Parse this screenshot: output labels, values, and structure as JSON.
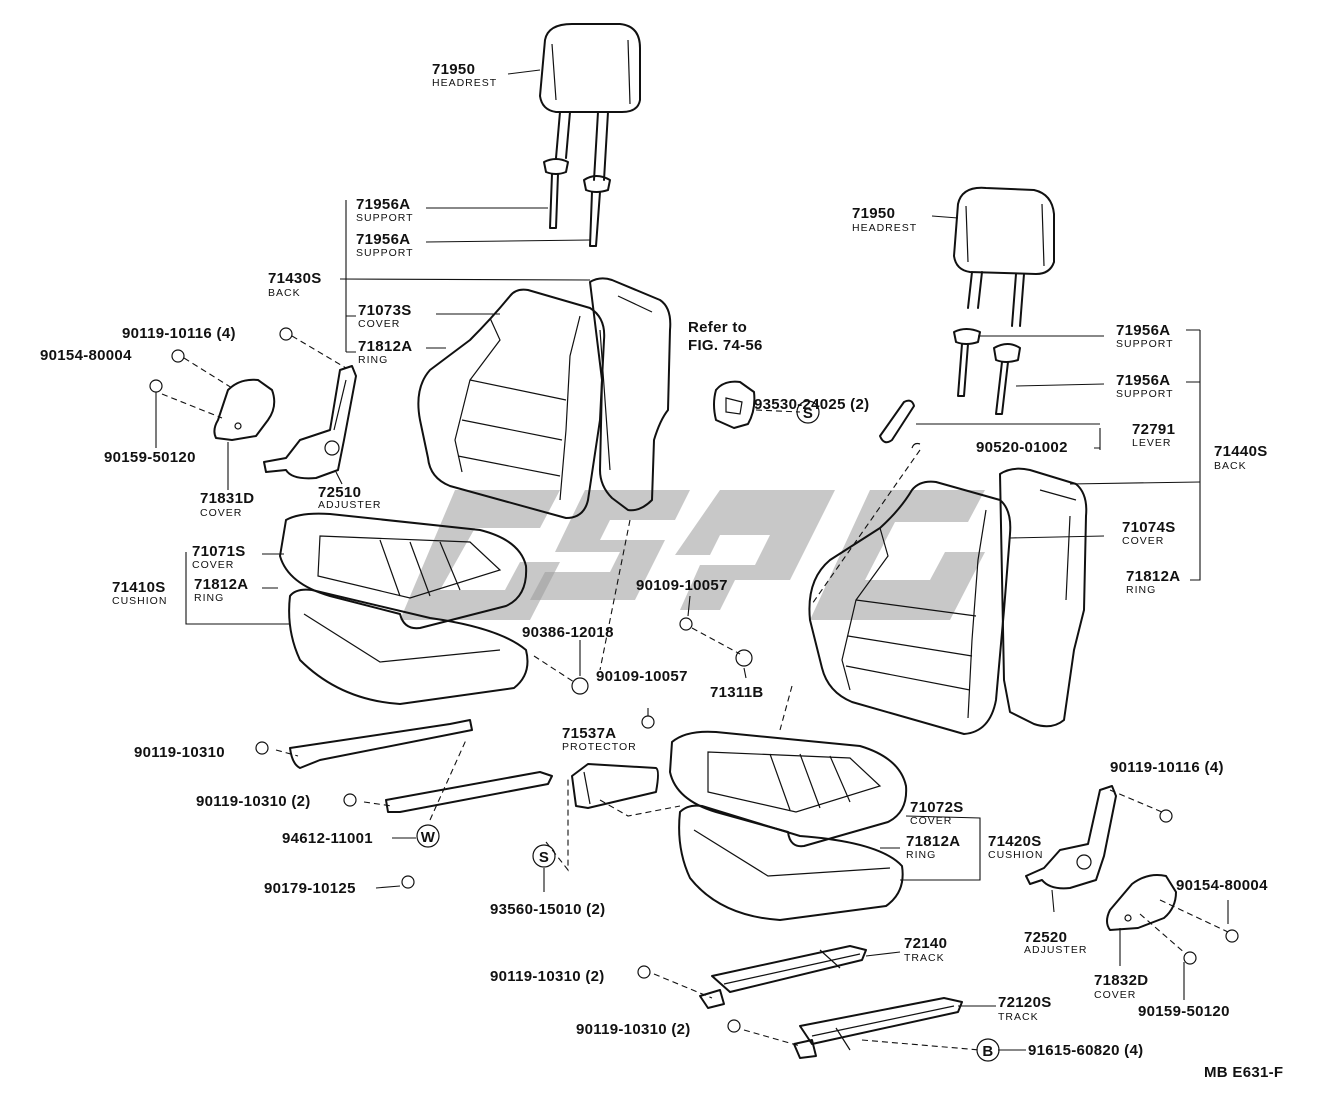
{
  "labels": {
    "l_71950_a": {
      "num": "71950",
      "sub": "HEADREST"
    },
    "l_71956_a1": {
      "num": "71956A",
      "sub": "SUPPORT"
    },
    "l_71956_a2": {
      "num": "71956A",
      "sub": "SUPPORT"
    },
    "l_71430s": {
      "num": "71430S",
      "sub": "BACK"
    },
    "l_71073s": {
      "num": "71073S",
      "sub": "COVER"
    },
    "l_71812_a1": {
      "num": "71812A",
      "sub": "RING"
    },
    "l_90119_10116_a": {
      "num": "90119-10116 (4)"
    },
    "l_90154_80004_a": {
      "num": "90154-80004"
    },
    "l_90159_50120_a": {
      "num": "90159-50120"
    },
    "l_71831d": {
      "num": "71831D",
      "sub": "COVER"
    },
    "l_72510": {
      "num": "72510",
      "sub": "ADJUSTER"
    },
    "l_71071s": {
      "num": "71071S",
      "sub": "COVER"
    },
    "l_71410s": {
      "num": "71410S",
      "sub": "CUSHION"
    },
    "l_71812_a2": {
      "num": "71812A",
      "sub": "RING"
    },
    "l_90386": {
      "num": "90386-12018"
    },
    "l_90109_a": {
      "num": "90109-10057"
    },
    "l_90109_b": {
      "num": "90109-10057"
    },
    "l_71311b": {
      "num": "71311B"
    },
    "l_refer": {
      "num": "Refer to",
      "sub": "FIG. 74-56"
    },
    "l_93530": {
      "num": "93530-24025 (2)"
    },
    "l_71950_b": {
      "num": "71950",
      "sub": "HEADREST"
    },
    "l_71956_b1": {
      "num": "71956A",
      "sub": "SUPPORT"
    },
    "l_71956_b2": {
      "num": "71956A",
      "sub": "SUPPORT"
    },
    "l_72791": {
      "num": "72791",
      "sub": "LEVER"
    },
    "l_90520": {
      "num": "90520-01002"
    },
    "l_71440s": {
      "num": "71440S",
      "sub": "BACK"
    },
    "l_71074s": {
      "num": "71074S",
      "sub": "COVER"
    },
    "l_71812_b1": {
      "num": "71812A",
      "sub": "RING"
    },
    "l_90119_10310_a": {
      "num": "90119-10310"
    },
    "l_90119_10310_b": {
      "num": "90119-10310 (2)"
    },
    "l_94612": {
      "num": "94612-11001"
    },
    "l_90179": {
      "num": "90179-10125"
    },
    "l_71537a": {
      "num": "71537A",
      "sub": "PROTECTOR"
    },
    "l_93560": {
      "num": "93560-15010 (2)"
    },
    "l_71072s": {
      "num": "71072S",
      "sub": "COVER"
    },
    "l_71812_b2": {
      "num": "71812A",
      "sub": "RING"
    },
    "l_71420s": {
      "num": "71420S",
      "sub": "CUSHION"
    },
    "l_90119_10116_b": {
      "num": "90119-10116 (4)"
    },
    "l_72520": {
      "num": "72520",
      "sub": "ADJUSTER"
    },
    "l_90154_80004_b": {
      "num": "90154-80004"
    },
    "l_71832d": {
      "num": "71832D",
      "sub": "COVER"
    },
    "l_90159_50120_b": {
      "num": "90159-50120"
    },
    "l_72140": {
      "num": "72140",
      "sub": "TRACK"
    },
    "l_72120s": {
      "num": "72120S",
      "sub": "TRACK"
    },
    "l_90119_10310_c": {
      "num": "90119-10310 (2)"
    },
    "l_90119_10310_d": {
      "num": "90119-10310 (2)"
    },
    "l_91615": {
      "num": "91615-60820 (4)"
    },
    "l_mbe": {
      "num": "MB E631-F"
    }
  },
  "callouts": {
    "S1": "S",
    "S2": "S",
    "W": "W",
    "B": "B"
  }
}
